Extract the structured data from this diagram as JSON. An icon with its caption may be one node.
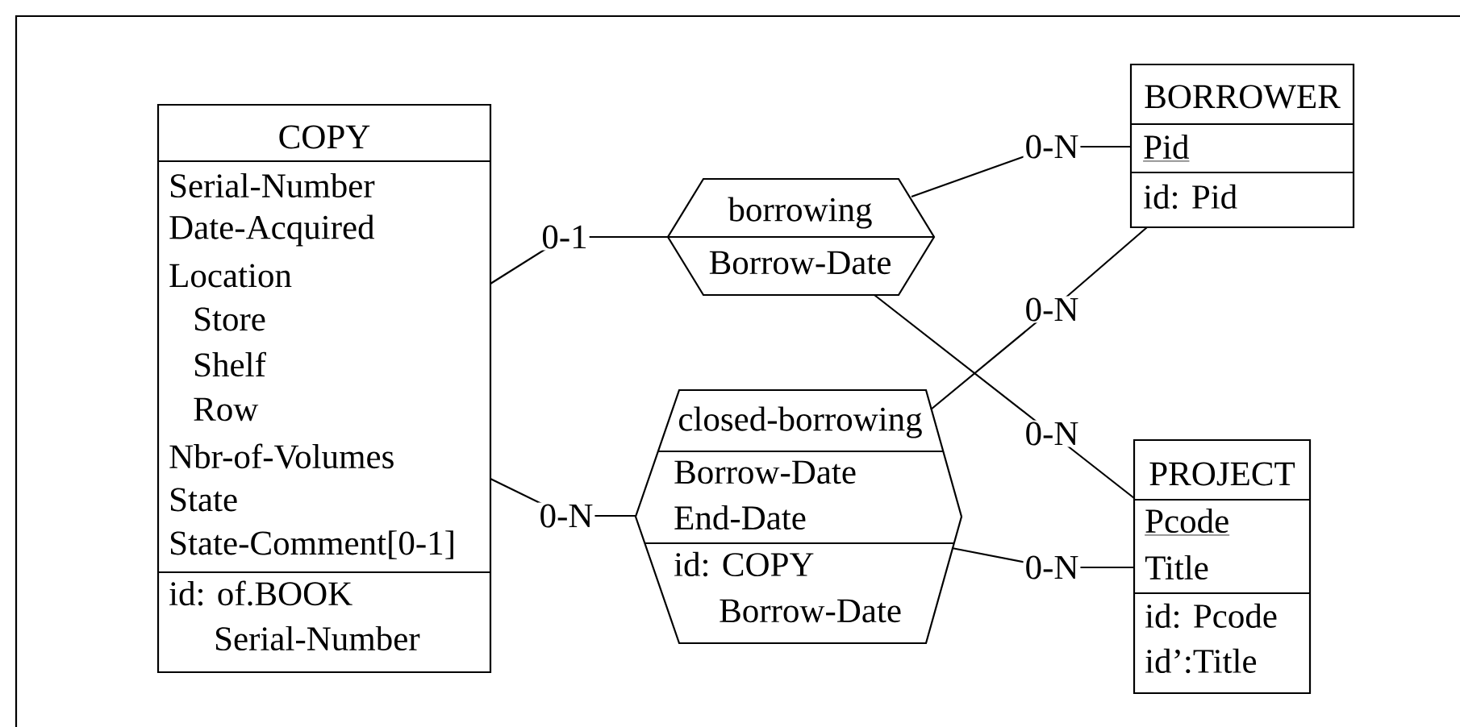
{
  "diagram": {
    "nodes": [
      {
        "text": [
          "COPY",
          "Serial-Number",
          "Date-Acquired",
          "Location",
          "Store",
          "Shelf",
          "Row",
          "Nbr-of-Volumes",
          "State",
          "State-Comment[0-1]",
          "id: of.BOOK",
          "Serial-Number"
        ]
      },
      {
        "text": [
          "borrowing",
          "Borrow-Date"
        ]
      },
      {
        "text": [
          "BORROWER",
          "Pid",
          "id: Pid"
        ]
      },
      {
        "text": [
          "closed-borrowing",
          "Borrow-Date",
          "End-Date",
          "id: COPY",
          "Borrow-Date"
        ]
      },
      {
        "text": [
          "PROJECT",
          "Pcode",
          "Title",
          "id: Pcode",
          "id’:Title"
        ]
      }
    ],
    "edges": [
      {
        "from": 0,
        "to": 1,
        "arrow": "none",
        "label": "0-1"
      },
      {
        "from": 1,
        "to": 2,
        "arrow": "none",
        "label": "0-N"
      },
      {
        "from": 1,
        "to": 4,
        "arrow": "none",
        "label": "0-N"
      },
      {
        "from": 0,
        "to": 3,
        "arrow": "none",
        "label": "0-N"
      },
      {
        "from": 3,
        "to": 2,
        "arrow": "none",
        "label": "0-N"
      },
      {
        "from": 3,
        "to": 4,
        "arrow": "none",
        "label": "0-N"
      }
    ]
  }
}
